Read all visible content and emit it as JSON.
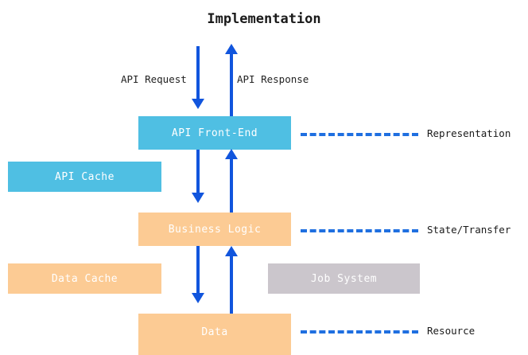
{
  "diagram": {
    "title": "Implementation",
    "colors": {
      "blue_box": "#4fbfe3",
      "peach_box": "#fccb94",
      "gray_box": "#cbc6cc",
      "arrow": "#1155dd",
      "dashed_line": "#1f6fe0",
      "box_text": "#ffffff",
      "label_text": "#1a1a1a"
    },
    "boxes": {
      "api_frontend": "API Front-End",
      "api_cache": "API Cache",
      "business_logic": "Business Logic",
      "data_cache": "Data Cache",
      "job_system": "Job System",
      "data": "Data"
    },
    "arrow_labels": {
      "request": "API Request",
      "response": "API Response"
    },
    "side_labels": {
      "representation": "Representation",
      "state_transfer": "State/Transfer",
      "resource": "Resource"
    }
  }
}
